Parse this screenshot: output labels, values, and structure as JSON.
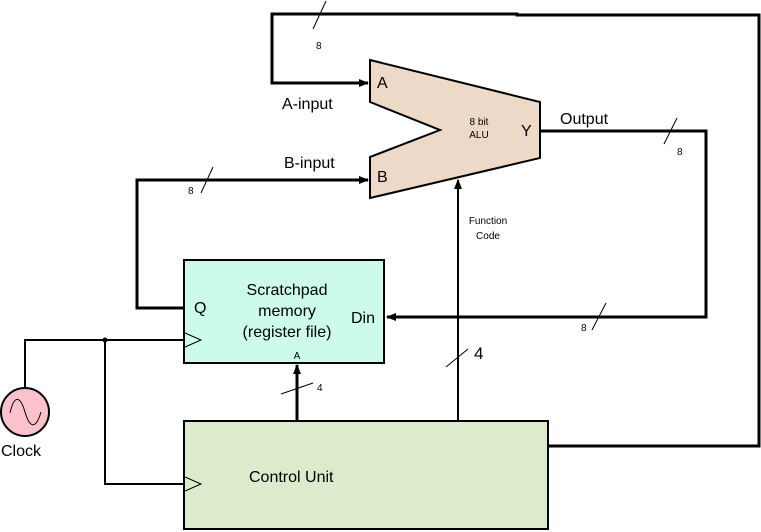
{
  "diagram": {
    "title": "8 bit ALU datapath with scratchpad memory and control unit",
    "colors": {
      "alu_fill": "#ecd9c8",
      "scratchpad_fill": "#ccfbe9",
      "control_fill": "#ddebcd",
      "clock_fill": "#fbc2cc",
      "wire": "#000000"
    },
    "alu": {
      "line1": "8 bit",
      "line2": "ALU",
      "port_a": "A",
      "port_b": "B",
      "port_y": "Y"
    },
    "labels": {
      "a_input": "A-input",
      "b_input": "B-input",
      "output": "Output",
      "function_code_1": "Function",
      "function_code_2": "Code",
      "clock": "Clock"
    },
    "scratchpad": {
      "line1": "Scratchpad",
      "line2": "memory",
      "line3": "(register file)",
      "port_q": "Q",
      "port_din": "Din",
      "port_a": "A"
    },
    "control_unit": {
      "label": "Control Unit"
    },
    "bus_widths": {
      "a_feedback": "8",
      "b_input": "8",
      "output": "8",
      "din": "8",
      "address": "4",
      "function_code": "4"
    }
  }
}
